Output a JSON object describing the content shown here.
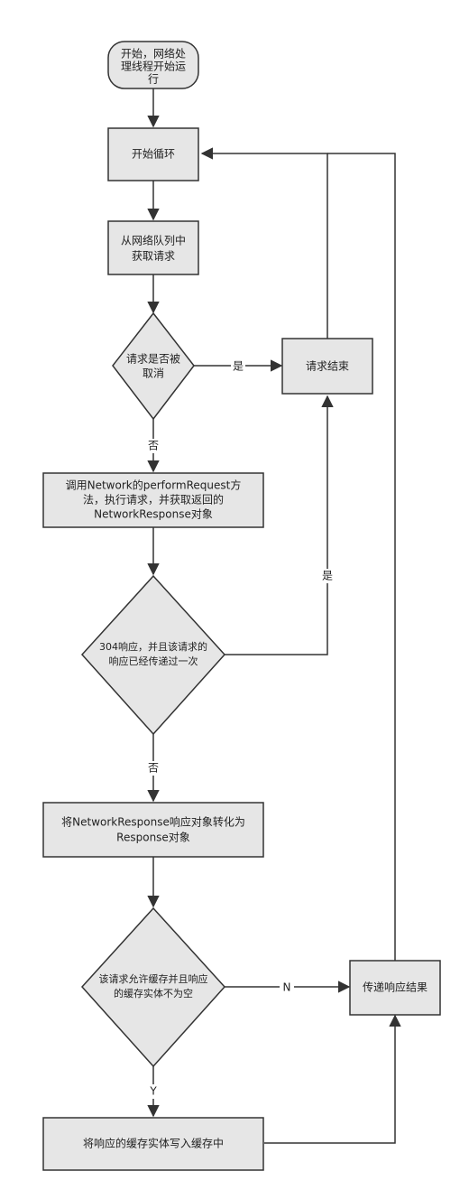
{
  "nodes": {
    "start": {
      "lines": [
        "开始，网络处",
        "理线程开始运",
        "行"
      ]
    },
    "loop_start": {
      "lines": [
        "开始循环"
      ]
    },
    "get_request": {
      "lines": [
        "从网络队列中",
        "获取请求"
      ]
    },
    "is_canceled": {
      "lines": [
        "请求是否被",
        "取消"
      ]
    },
    "request_finish": {
      "lines": [
        "请求结束"
      ]
    },
    "perform_request": {
      "lines": [
        "调用Network的performRequest方",
        "法，执行请求，并获取返回的",
        "NetworkResponse对象"
      ]
    },
    "is_304_delivered": {
      "lines": [
        "304响应，并且该请求的",
        "响应已经传递过一次"
      ]
    },
    "parse_response": {
      "lines": [
        "将NetworkResponse响应对象转化为",
        "Response对象"
      ]
    },
    "should_cache": {
      "lines": [
        "该请求允许缓存并且响应",
        "的缓存实体不为空"
      ]
    },
    "deliver_result": {
      "lines": [
        "传递响应结果"
      ]
    },
    "write_cache": {
      "lines": [
        "将响应的缓存实体写入缓存中"
      ]
    }
  },
  "edge_labels": {
    "canceled_yes": "是",
    "canceled_no": "否",
    "delivered_yes": "是",
    "delivered_no": "否",
    "cache_no": "N",
    "cache_yes": "Y"
  }
}
